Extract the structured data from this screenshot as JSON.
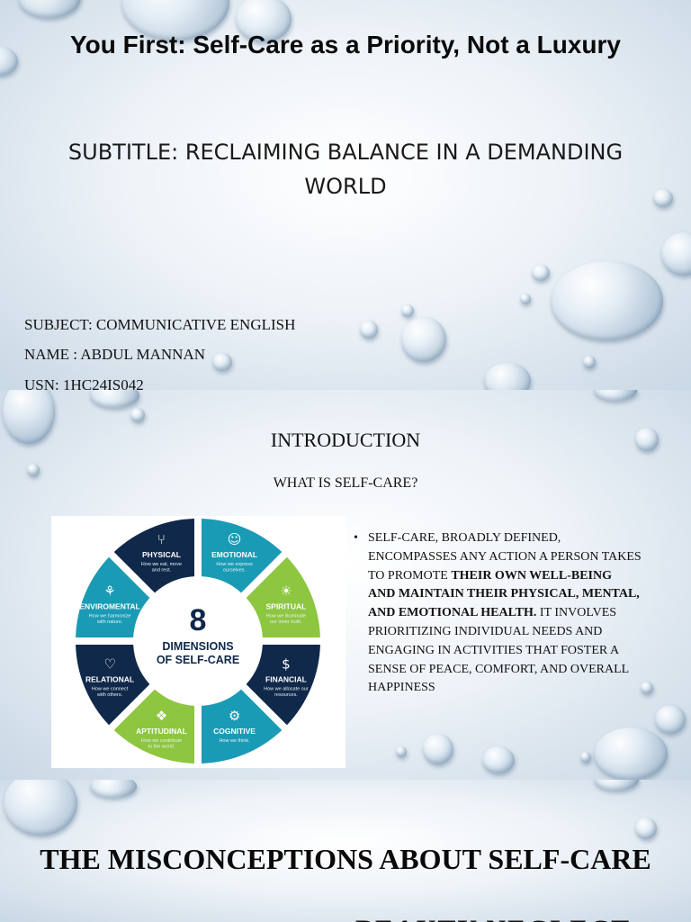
{
  "slide1": {
    "title": "You First: Self-Care as a Priority, Not a Luxury",
    "subtitle": "SUBTITLE: RECLAIMING BALANCE IN A DEMANDING WORLD",
    "subject": "SUBJECT: COMMUNICATIVE  ENGLISH",
    "name": "NAME : ABDUL MANNAN",
    "usn": "USN: 1HC24IS042"
  },
  "slide2": {
    "title": "INTRODUCTION",
    "question": "WHAT IS SELF-CARE?",
    "bullet": {
      "part1": "SELF-CARE, BROADLY DEFINED, ENCOMPASSES ANY ACTION A PERSON TAKES TO PROMOTE ",
      "bold": "THEIR OWN WELL-BEING AND MAINTAIN THEIR PHYSICAL, MENTAL, AND EMOTIONAL HEALTH.",
      "part2": " IT INVOLVES PRIORITIZING INDIVIDUAL NEEDS AND ENGAGING IN ACTIVITIES THAT FOSTER A SENSE OF PEACE, COMFORT, AND OVERALL HAPPINESS"
    },
    "infographic": {
      "center_number": "8",
      "center_line1": "DIMENSIONS",
      "center_line2": "OF SELF-CARE",
      "colors": {
        "teal": "#1a9bb5",
        "green": "#8dc63f",
        "navy": "#10284a"
      },
      "segments": [
        {
          "label": "EMOTIONAL",
          "desc1": "How we express",
          "desc2": "ourselves.",
          "icon": "head-heart-icon",
          "color": "#1a9bb5"
        },
        {
          "label": "SPIRITUAL",
          "desc1": "How we illuminate",
          "desc2": "our inner truth.",
          "icon": "lightbulb-icon",
          "color": "#8dc63f"
        },
        {
          "label": "FINANCIAL",
          "desc1": "How we allocate our",
          "desc2": "resources.",
          "icon": "piggy-bank-icon",
          "color": "#10284a"
        },
        {
          "label": "COGNITIVE",
          "desc1": "How we think.",
          "desc2": "",
          "icon": "brain-gear-icon",
          "color": "#1a9bb5"
        },
        {
          "label": "APTITUDINAL",
          "desc1": "How we contribute",
          "desc2": "to the world.",
          "icon": "puzzle-icon",
          "color": "#8dc63f"
        },
        {
          "label": "RELATIONAL",
          "desc1": "How we connect",
          "desc2": "with others.",
          "icon": "heart-icon",
          "color": "#10284a"
        },
        {
          "label": "ENVIROMENTAL",
          "desc1": "How we harmonize",
          "desc2": "with nature.",
          "icon": "globe-icon",
          "color": "#1a9bb5"
        },
        {
          "label": "PHYSICAL",
          "desc1": "How we eat, move",
          "desc2": "and rest.",
          "icon": "utensils-icon",
          "color": "#10284a"
        }
      ]
    }
  },
  "slide3": {
    "title": "THE MISCONCEPTIONS ABOUT SELF-CARE",
    "partial": "BEAUTY NEGLECT"
  }
}
